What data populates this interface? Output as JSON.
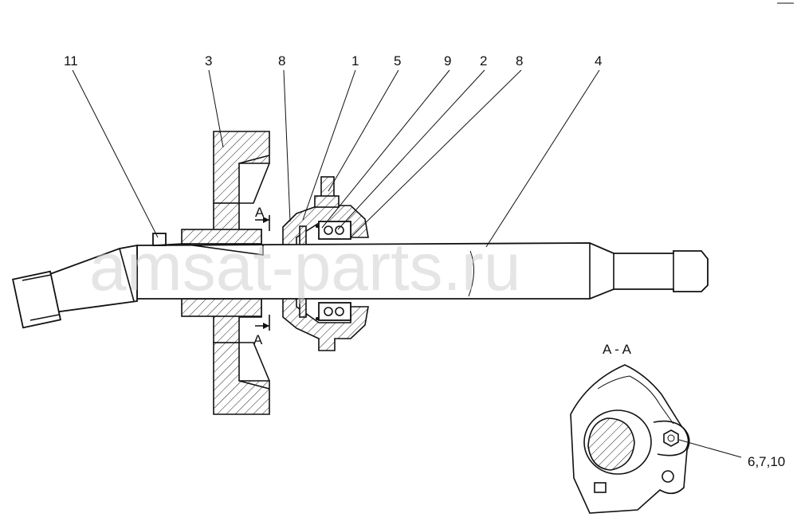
{
  "watermark": "amsat-parts.ru",
  "callouts": [
    "11",
    "3",
    "8",
    "1",
    "5",
    "9",
    "2",
    "8",
    "4"
  ],
  "section_marks": {
    "top": "A",
    "bottom": "A"
  },
  "section_view": {
    "title": "A - A",
    "callout": "6,7,10"
  }
}
